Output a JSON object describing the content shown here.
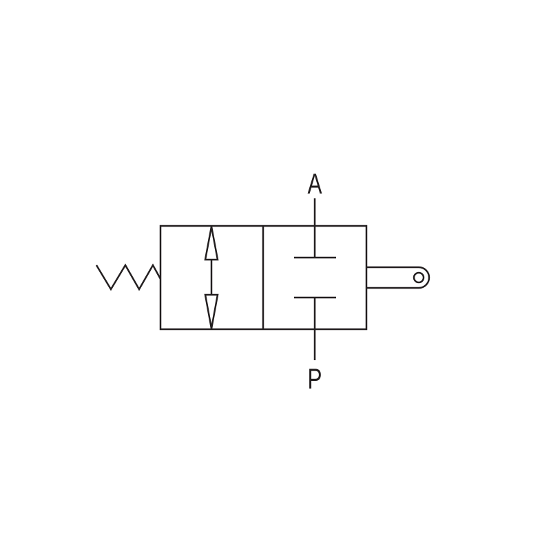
{
  "diagram": {
    "type": "2/2 directional control valve symbol",
    "ports": {
      "top": "A",
      "bottom": "P"
    },
    "stroke_color": "#231f20",
    "background": "#ffffff"
  }
}
